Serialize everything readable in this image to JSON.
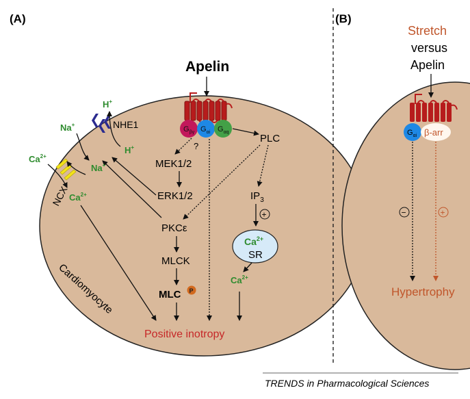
{
  "panel_a": {
    "tag": "(A)",
    "ligand": "Apelin",
    "cell": "Cardiomyocyte",
    "g_by": "G",
    "g_by_sub": "βγ",
    "g_ai": "G",
    "g_ai_sub": "αi",
    "g_aq": "G",
    "g_aq_sub": "αq",
    "question": "?",
    "plc": "PLC",
    "mek": "MEK1/2",
    "erk": "ERK1/2",
    "pkc": "PKCε",
    "mlck": "MLCK",
    "mlc": "MLC",
    "phospho": "P",
    "ip3": "IP",
    "ip3_sub": "3",
    "plus": "+",
    "sr_ca": "Ca",
    "sr_ca_sup": "2+",
    "sr": "SR",
    "sr_release_ca": "Ca",
    "sr_release_ca_sup": "2+",
    "nhe1": "NHE1",
    "h_out": "H",
    "h_out_sup": "+",
    "h_in": "H",
    "h_in_sup": "+",
    "na_out": "Na",
    "na_out_sup": "+",
    "na_in": "Na",
    "na_in_sup": "+",
    "ncx": "NCX",
    "ca_out": "Ca",
    "ca_out_sup": "2+",
    "ca_in": "Ca",
    "ca_in_sup": "2+",
    "outcome": "Positive inotropy"
  },
  "panel_b": {
    "tag": "(B)",
    "stretch": "Stretch",
    "versus": "versus",
    "ligand": "Apelin",
    "g_ai": "G",
    "g_ai_sub": "αi",
    "barr": "β-arr",
    "minus": "−",
    "plus": "+",
    "outcome": "Hypertrophy"
  },
  "footer": {
    "source": "TRENDS in Pharmacological Sciences"
  },
  "colors": {
    "cell_fill": "#d9b99b",
    "receptor": "#b71c1c",
    "g_by": "#c2185b",
    "g_ai": "#1e88e5",
    "g_aq": "#43a047",
    "ion_green": "#2e8b2e",
    "orange_text": "#c0562b",
    "outcome_red": "#c62828",
    "sr_fill": "#d6eaf8",
    "nhe_blue": "#2b2b8f",
    "ncx_yellow": "#f2e21b"
  }
}
